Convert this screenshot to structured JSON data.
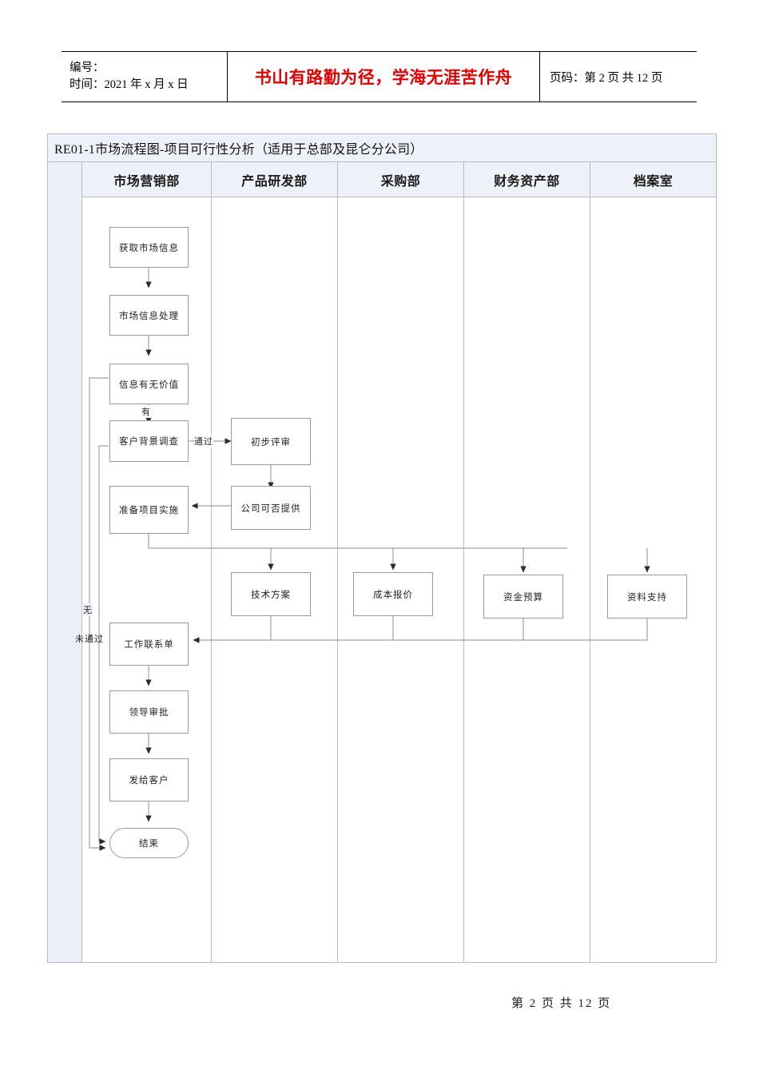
{
  "header": {
    "code_label": "编号：",
    "date_label": "时间：2021 年 x 月 x 日",
    "slogan": "书山有路勤为径，学海无涯苦作舟",
    "page_info": "页码：第 2 页 共 12 页"
  },
  "chart": {
    "title": "RE01-1市场流程图-项目可行性分析（适用于总部及昆仑分公司）",
    "lanes": [
      {
        "label": "市场营销部"
      },
      {
        "label": "产品研发部"
      },
      {
        "label": "采购部"
      },
      {
        "label": "财务资产部"
      },
      {
        "label": "档案室"
      }
    ],
    "nodes": [
      {
        "id": "n1",
        "label": "获取市场信息",
        "lane": 0,
        "shape": "process"
      },
      {
        "id": "n2",
        "label": "市场信息处理",
        "lane": 0,
        "shape": "process"
      },
      {
        "id": "n3",
        "label": "信息有无价值",
        "lane": 0,
        "shape": "process"
      },
      {
        "id": "n4",
        "label": "客户背景调查",
        "lane": 0,
        "shape": "process"
      },
      {
        "id": "n5",
        "label": "准备项目实施",
        "lane": 0,
        "shape": "process"
      },
      {
        "id": "n6",
        "label": "初步评审",
        "lane": 1,
        "shape": "process"
      },
      {
        "id": "n7",
        "label": "公司可否提供",
        "lane": 1,
        "shape": "process"
      },
      {
        "id": "n8",
        "label": "技术方案",
        "lane": 1,
        "shape": "process"
      },
      {
        "id": "n9",
        "label": "成本报价",
        "lane": 2,
        "shape": "process"
      },
      {
        "id": "n10",
        "label": "资金预算",
        "lane": 3,
        "shape": "process"
      },
      {
        "id": "n11",
        "label": "资料支持",
        "lane": 4,
        "shape": "process"
      },
      {
        "id": "n12",
        "label": "工作联系单",
        "lane": 0,
        "shape": "process"
      },
      {
        "id": "n13",
        "label": "领导审批",
        "lane": 0,
        "shape": "process"
      },
      {
        "id": "n14",
        "label": "发给客户",
        "lane": 0,
        "shape": "process"
      },
      {
        "id": "n15",
        "label": "结束",
        "lane": 0,
        "shape": "terminator"
      }
    ],
    "edge_labels": [
      {
        "id": "e1",
        "text": "有",
        "from": "n3",
        "to": "n4"
      },
      {
        "id": "e2",
        "text": "通过",
        "from": "n4",
        "to": "n6"
      },
      {
        "id": "e3",
        "text": "无",
        "from": "n3",
        "to": "n15"
      },
      {
        "id": "e4",
        "text": "未通过",
        "from": "n4",
        "to": "n15"
      }
    ],
    "colors": {
      "frame_border": "#b6bcc6",
      "header_fill": "#eef1f8",
      "gutter_fill": "#eceff7",
      "node_border": "#9a9a9a",
      "connector": "#6e6e6e"
    }
  },
  "footer": {
    "page_info": "第 2 页 共 12 页"
  }
}
